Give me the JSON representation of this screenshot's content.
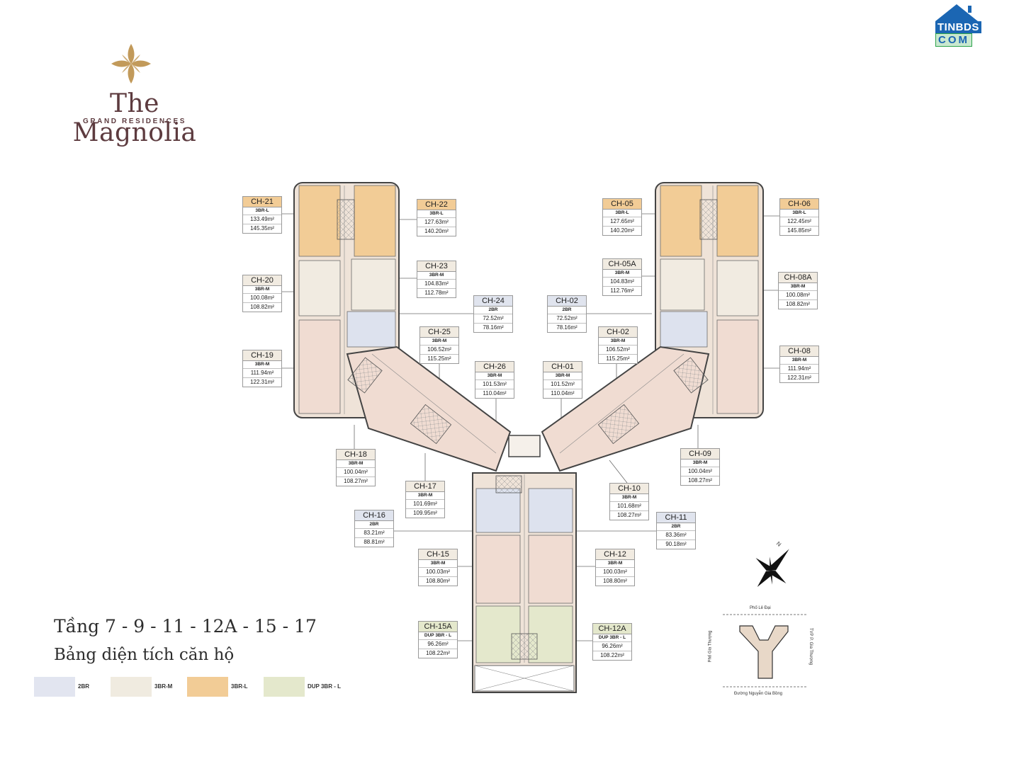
{
  "brand": {
    "name": "The Magnolia",
    "subtitle": "GRAND RESIDENCES",
    "logo_icon": "magnolia-flower-icon",
    "accent_color": "#c29a5a"
  },
  "watermark": {
    "line1": "TINBDS",
    "line2": "COM",
    "icon": "house-roof-icon"
  },
  "floor_title": "Tầng 7 - 9 - 11 - 12A - 15 - 17",
  "table_title": "Bảng diện tích căn hộ",
  "legend": [
    {
      "label": "2BR",
      "color": "#e2e5f0"
    },
    {
      "label": "3BR-M",
      "color": "#f0ebe0"
    },
    {
      "label": "3BR-L",
      "color": "#f2cc96"
    },
    {
      "label": "DUP 3BR - L",
      "color": "#e4e8cc"
    }
  ],
  "units": [
    {
      "code": "CH-21",
      "type": "3BR-L",
      "area1": "133.49m²",
      "area2": "145.35m²",
      "cls": "c-3brl"
    },
    {
      "code": "CH-22",
      "type": "3BR-L",
      "area1": "127.63m²",
      "area2": "140.20m²",
      "cls": "c-3brl"
    },
    {
      "code": "CH-23",
      "type": "3BR-M",
      "area1": "104.83m²",
      "area2": "112.78m²",
      "cls": "c-3brm"
    },
    {
      "code": "CH-20",
      "type": "3BR-M",
      "area1": "100.08m²",
      "area2": "108.82m²",
      "cls": "c-3brm"
    },
    {
      "code": "CH-24",
      "type": "2BR",
      "area1": "72.52m²",
      "area2": "78.16m²",
      "cls": "c-2br"
    },
    {
      "code": "CH-25",
      "type": "3BR-M",
      "area1": "106.52m²",
      "area2": "115.25m²",
      "cls": "c-3brm"
    },
    {
      "code": "CH-19",
      "type": "3BR-M",
      "area1": "111.94m²",
      "area2": "122.31m²",
      "cls": "c-3brm"
    },
    {
      "code": "CH-26",
      "type": "3BR-M",
      "area1": "101.53m²",
      "area2": "110.04m²",
      "cls": "c-3brm"
    },
    {
      "code": "CH-18",
      "type": "3BR-M",
      "area1": "100.04m²",
      "area2": "108.27m²",
      "cls": "c-3brm"
    },
    {
      "code": "CH-17",
      "type": "3BR-M",
      "area1": "101.69m²",
      "area2": "109.95m²",
      "cls": "c-3brm"
    },
    {
      "code": "CH-16",
      "type": "2BR",
      "area1": "83.21m²",
      "area2": "88.81m²",
      "cls": "c-2br"
    },
    {
      "code": "CH-15",
      "type": "3BR-M",
      "area1": "100.03m²",
      "area2": "108.80m²",
      "cls": "c-3brm"
    },
    {
      "code": "CH-15A",
      "type": "DUP 3BR - L",
      "area1": "96.26m²",
      "area2": "108.22m²",
      "cls": "c-dup"
    },
    {
      "code": "CH-05",
      "type": "3BR-L",
      "area1": "127.65m²",
      "area2": "140.20m²",
      "cls": "c-3brl"
    },
    {
      "code": "CH-06",
      "type": "3BR-L",
      "area1": "122.45m²",
      "area2": "145.85m²",
      "cls": "c-3brl"
    },
    {
      "code": "CH-05A",
      "type": "3BR-M",
      "area1": "104.83m²",
      "area2": "112.76m²",
      "cls": "c-3brm"
    },
    {
      "code": "CH-08A",
      "type": "3BR-M",
      "area1": "100.08m²",
      "area2": "108.82m²",
      "cls": "c-3brm"
    },
    {
      "code": "CH-02",
      "type": "2BR",
      "area1": "72.52m²",
      "area2": "78.16m²",
      "cls": "c-2br"
    },
    {
      "code": "CH-02",
      "type": "3BR-M",
      "area1": "106.52m²",
      "area2": "115.25m²",
      "cls": "c-3brm"
    },
    {
      "code": "CH-08",
      "type": "3BR-M",
      "area1": "111.94m²",
      "area2": "122.31m²",
      "cls": "c-3brm"
    },
    {
      "code": "CH-01",
      "type": "3BR-M",
      "area1": "101.52m²",
      "area2": "110.04m²",
      "cls": "c-3brm"
    },
    {
      "code": "CH-09",
      "type": "3BR-M",
      "area1": "100.04m²",
      "area2": "108.27m²",
      "cls": "c-3brm"
    },
    {
      "code": "CH-10",
      "type": "3BR-M",
      "area1": "101.68m²",
      "area2": "108.27m²",
      "cls": "c-3brm"
    },
    {
      "code": "CH-11",
      "type": "2BR",
      "area1": "83.36m²",
      "area2": "90.18m²",
      "cls": "c-2br"
    },
    {
      "code": "CH-12",
      "type": "3BR-M",
      "area1": "100.03m²",
      "area2": "108.80m²",
      "cls": "c-3brm"
    },
    {
      "code": "CH-12A",
      "type": "DUP 3BR - L",
      "area1": "96.26m²",
      "area2": "108.22m²",
      "cls": "c-dup"
    }
  ],
  "compass": {
    "north": "N",
    "icon": "compass-rose-icon"
  },
  "site_map": {
    "top_street": "Phố Lê Đại",
    "left_street": "Phố Gia Thượng",
    "right_street": "TVP P. Gia Thượng",
    "bottom_street": "Đường Nguyễn Gia Bồng"
  }
}
